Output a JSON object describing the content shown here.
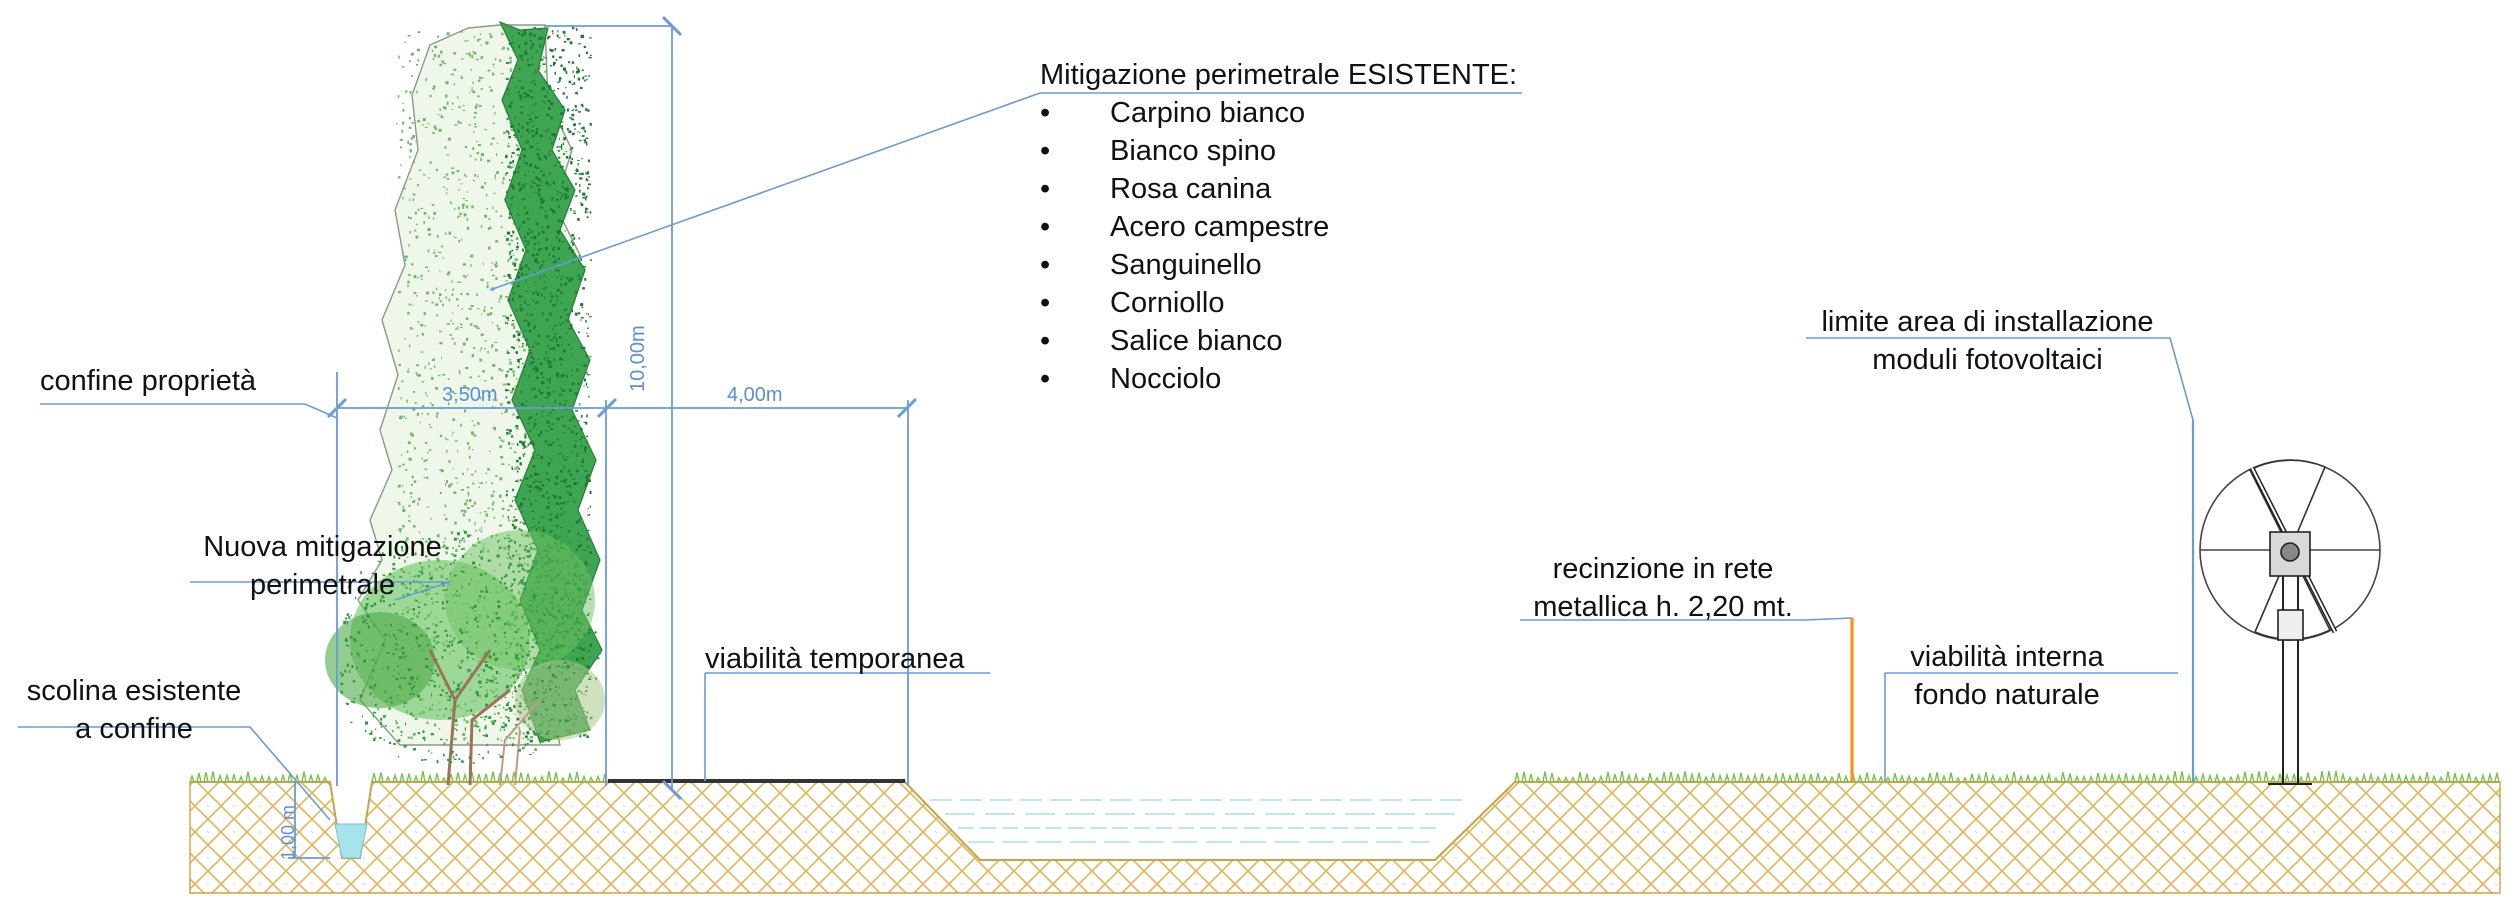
{
  "labels": {
    "confine": "confine proprietà",
    "nuova_mitigazione": [
      "Nuova mitigazione",
      "perimetrale"
    ],
    "scolina": [
      "scolina esistente",
      "a confine"
    ],
    "viabilita_temp": "viabilità temporanea",
    "recinzione": [
      "recinzione in rete",
      "metallica h. 2,20 mt."
    ],
    "viabilita_interna": [
      "viabilità interna",
      "fondo naturale"
    ],
    "limite_area": [
      "limite area di installazione",
      "moduli fotovoltaici"
    ]
  },
  "mitigazione_esistente": {
    "title": "Mitigazione perimetrale ESISTENTE:",
    "bullet": "•",
    "species": [
      "Carpino bianco",
      "Bianco spino",
      "Rosa canina",
      "Acero campestre",
      "Sanguinello",
      "Corniollo",
      "Salice bianco",
      "Nocciolo"
    ]
  },
  "dimensions": {
    "width_new": "3,50m",
    "width_road": "4,00m",
    "height_hedge": "10,00m",
    "ditch_depth": "1,00 m"
  },
  "colors": {
    "dimension_line": "#5b8fd6",
    "soil_hatch": "#e0b860",
    "grass": "#79c04d",
    "water": "#7fd3e2",
    "fence": "#f0961e",
    "dark_foliage": "#1f8f3a",
    "light_foliage": "#7fc46d",
    "existing_hedge_fill": "#8fce7e",
    "leader_line": "#5b8fd6"
  }
}
